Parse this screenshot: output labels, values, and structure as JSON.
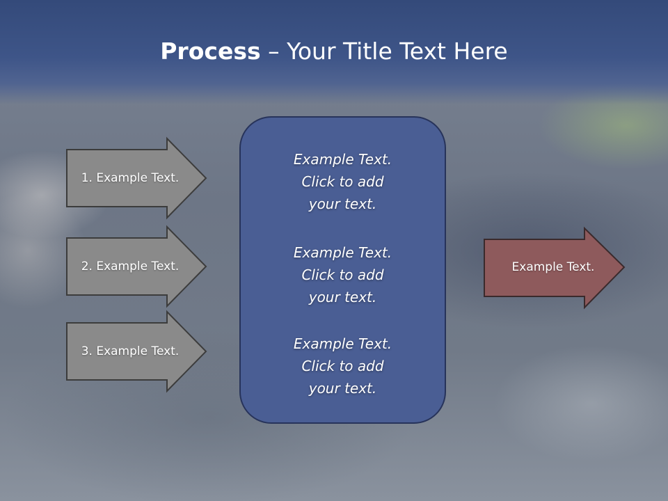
{
  "slide": {
    "title_bold": "Process",
    "title_rest": " – Your Title Text Here"
  },
  "inputs": [
    {
      "label": "1. Example Text."
    },
    {
      "label": "2. Example Text."
    },
    {
      "label": "3. Example Text."
    }
  ],
  "center_box": {
    "paragraphs": [
      {
        "line1": "Example Text.",
        "line2": "Click  to add",
        "line3": "your text."
      },
      {
        "line1": "Example Text.",
        "line2": "Click  to add",
        "line3": "your text."
      },
      {
        "line1": "Example Text.",
        "line2": "Click  to add",
        "line3": "your text."
      }
    ]
  },
  "output": {
    "label": "Example Text."
  },
  "colors": {
    "header": "#3e5588",
    "input_arrow_fill": "#8a8a8a",
    "center_box_fill": "#4a5e94",
    "output_arrow_fill": "#8e5a5c"
  }
}
